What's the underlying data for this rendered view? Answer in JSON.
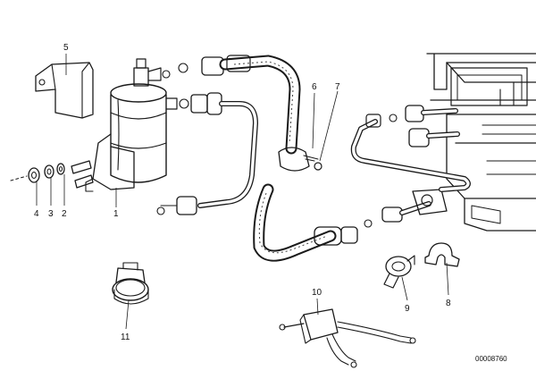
{
  "diagram": {
    "document_number": "00008760",
    "callouts": [
      {
        "id": "1",
        "label": "1"
      },
      {
        "id": "2",
        "label": "2"
      },
      {
        "id": "3",
        "label": "3"
      },
      {
        "id": "4",
        "label": "4"
      },
      {
        "id": "5",
        "label": "5"
      },
      {
        "id": "6",
        "label": "6"
      },
      {
        "id": "7",
        "label": "7"
      },
      {
        "id": "8",
        "label": "8"
      },
      {
        "id": "9",
        "label": "9"
      },
      {
        "id": "10",
        "label": "10"
      },
      {
        "id": "11",
        "label": "11"
      }
    ]
  }
}
